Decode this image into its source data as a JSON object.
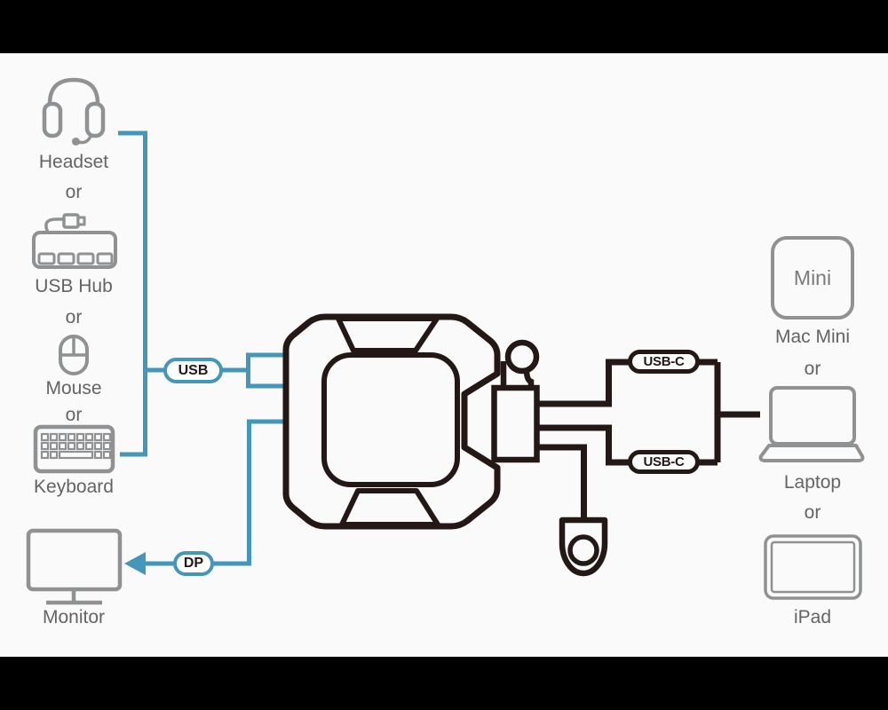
{
  "colors": {
    "frame": "#000000",
    "background": "#fafafa",
    "line_black": "#231815",
    "accent_blue": "#4597ba",
    "icon_gray": "#8f9192",
    "text_gray": "#646464"
  },
  "left_devices": [
    {
      "icon": "headset-icon",
      "label": "Headset"
    },
    {
      "icon": "usb-hub-icon",
      "label": "USB Hub"
    },
    {
      "icon": "mouse-icon",
      "label": "Mouse"
    },
    {
      "icon": "keyboard-icon",
      "label": "Keyboard"
    }
  ],
  "monitor": {
    "icon": "monitor-icon",
    "label": "Monitor"
  },
  "right_devices": [
    {
      "icon": "mac-mini-icon",
      "label": "Mac Mini",
      "badge": "Mini"
    },
    {
      "icon": "laptop-icon",
      "label": "Laptop"
    },
    {
      "icon": "ipad-icon",
      "label": "iPad"
    }
  ],
  "or_label": "or",
  "connections": {
    "usb": "USB",
    "dp": "DP",
    "usbc_top": "USB-C",
    "usbc_bottom": "USB-C"
  },
  "center_device": "kvm-switch-with-remote"
}
